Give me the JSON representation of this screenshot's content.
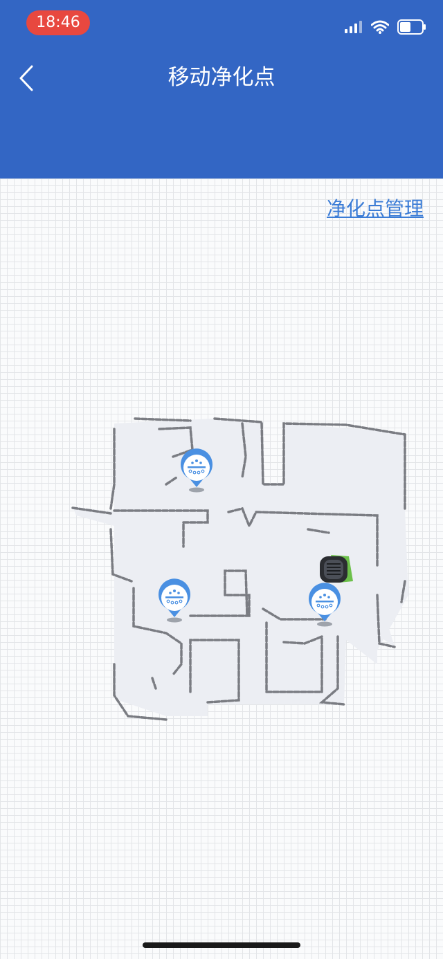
{
  "status_bar": {
    "time": "18:46",
    "icons": [
      "signal-icon",
      "wifi-icon",
      "battery-icon"
    ]
  },
  "header": {
    "title": "移动净化点",
    "back_icon": "chevron-left-icon"
  },
  "actions": {
    "manage_link": "净化点管理"
  },
  "map": {
    "purify_points": [
      {
        "icon": "purify-point-icon"
      },
      {
        "icon": "purify-point-icon"
      },
      {
        "icon": "purify-point-icon"
      }
    ],
    "robot_icon": "robot-icon"
  },
  "colors": {
    "header_bg": "#3366c4",
    "time_pill": "#e8483f",
    "link": "#3b7cd6",
    "map_floor": "#eceef3",
    "map_wall": "#7a7c82",
    "pin": "#4a90e2"
  }
}
